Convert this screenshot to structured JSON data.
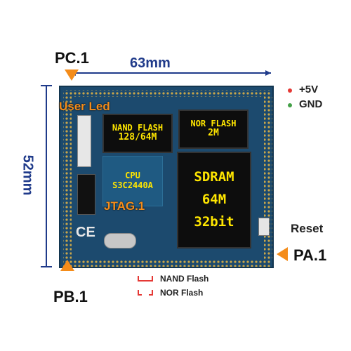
{
  "dimensions": {
    "width_label": "63mm",
    "height_label": "52mm"
  },
  "pins": {
    "pc1": "PC.1",
    "pb1": "PB.1",
    "pa1": "PA.1",
    "jtag1": "JTAG.1"
  },
  "board": {
    "user_led": "User Led",
    "nand_chip": [
      "NAND FLASH",
      "128/64M"
    ],
    "nor_chip": [
      "NOR FLASH",
      "2M"
    ],
    "cpu": [
      "CPU",
      "S3C2440A"
    ],
    "sdram": [
      "SDRAM",
      "64M",
      "32bit"
    ],
    "ce_mark": "CE"
  },
  "power_legend": {
    "plus": "+5V",
    "gnd": "GND",
    "plus_color": "#e53935",
    "gnd_color": "#43a047"
  },
  "reset_label": "Reset",
  "jumper_legend": {
    "nand": "NAND Flash",
    "nor": "NOR Flash",
    "color": "#e53935"
  },
  "colors": {
    "board": "#1c4a6e",
    "dimension": "#1f3a8a",
    "pin_marker": "#f48c1a",
    "chip_text": "#ffe600"
  }
}
